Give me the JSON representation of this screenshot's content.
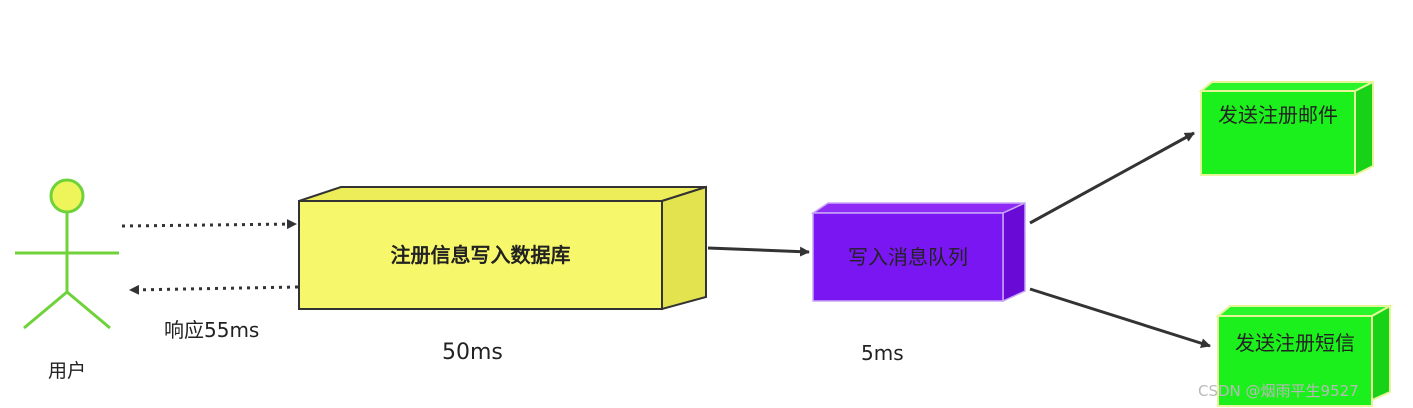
{
  "user": {
    "label": "用户",
    "response_label": "响应55ms"
  },
  "nodes": {
    "db": {
      "label": "注册信息写入数据库",
      "time": "50ms"
    },
    "mq": {
      "label": "写入消息队列",
      "time": "5ms"
    },
    "email": {
      "label": "发送注册邮件"
    },
    "sms": {
      "label": "发送注册短信"
    }
  },
  "watermark": "CSDN @烟雨平生9527",
  "colors": {
    "db_front": "#f7f76c",
    "db_side": "#e3e350",
    "db_top": "#eded5a",
    "mq_front": "#7a16f2",
    "mq_side": "#6a0ad6",
    "mq_top": "#8e2cf5",
    "green_front": "#1cf01c",
    "green_side": "#17d217",
    "green_top": "#2af52a",
    "green_border": "#e6f59a",
    "user_stroke": "#6fd23a",
    "user_fill": "#eef55a",
    "arrow": "#333333"
  }
}
